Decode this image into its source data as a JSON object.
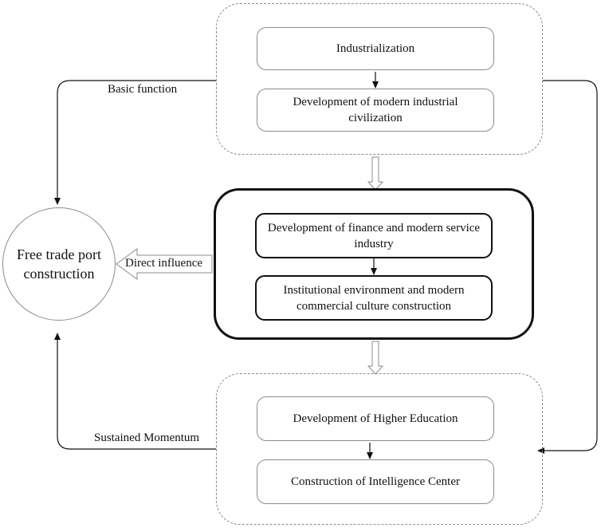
{
  "circle": {
    "text": "Free trade port construction"
  },
  "top_group": {
    "box1": "Industrialization",
    "box2": "Development of modern industrial civilization"
  },
  "middle_group": {
    "box1": "Development of finance and modern service industry",
    "box2": "Institutional environment and modern commercial culture construction"
  },
  "bottom_group": {
    "box1": "Development of Higher Education",
    "box2": "Construction of Intelligence Center"
  },
  "labels": {
    "basic_function": "Basic function",
    "direct_influence": "Direct influence",
    "sustained_momentum": "Sustained Momentum"
  }
}
